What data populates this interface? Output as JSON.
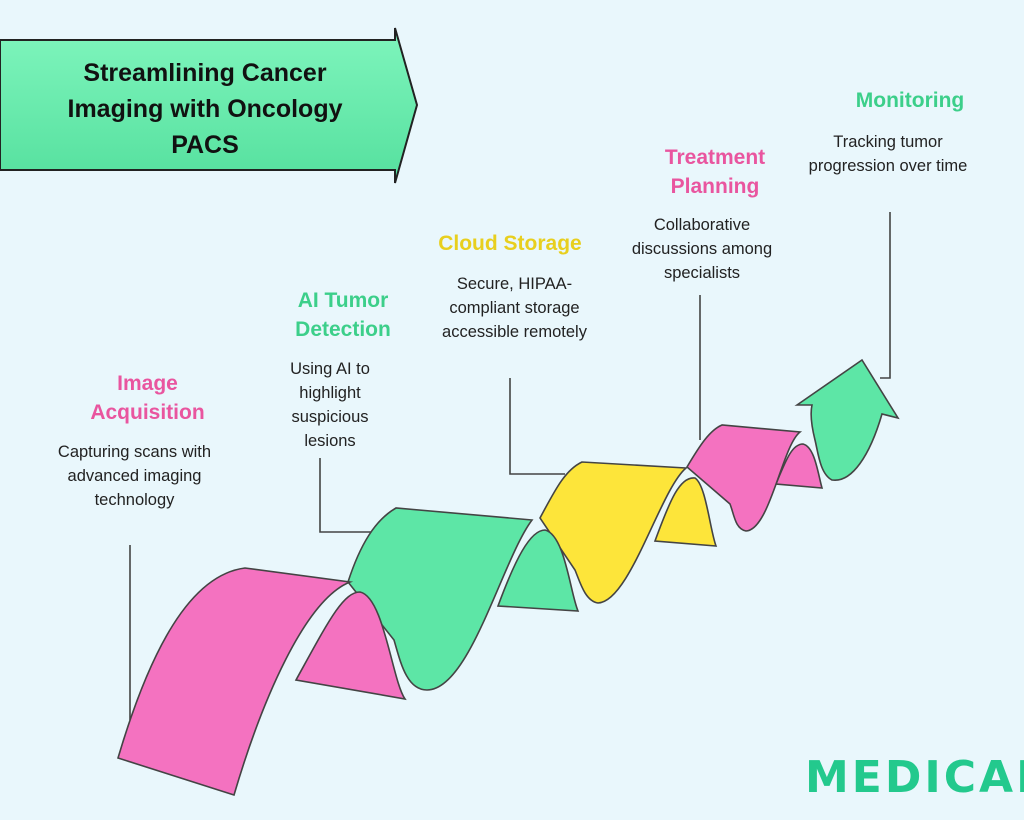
{
  "title": "Streamlining Cancer Imaging with Oncology PACS",
  "steps": [
    {
      "title": "Image Acquisition",
      "desc": "Capturing scans with advanced imaging technology",
      "color": "#f472c0"
    },
    {
      "title": "AI Tumor Detection",
      "desc": "Using AI to highlight suspicious lesions",
      "color": "#5de6a6"
    },
    {
      "title": "Cloud Storage",
      "desc": "Secure, HIPAA-compliant storage accessible remotely",
      "color": "#fde53a"
    },
    {
      "title": "Treatment Planning",
      "desc": "Collaborative discussions among specialists",
      "color": "#f472c0"
    },
    {
      "title": "Monitoring",
      "desc": "Tracking tumor progression over time",
      "color": "#5de6a6"
    }
  ],
  "logo": "MEDICAI"
}
